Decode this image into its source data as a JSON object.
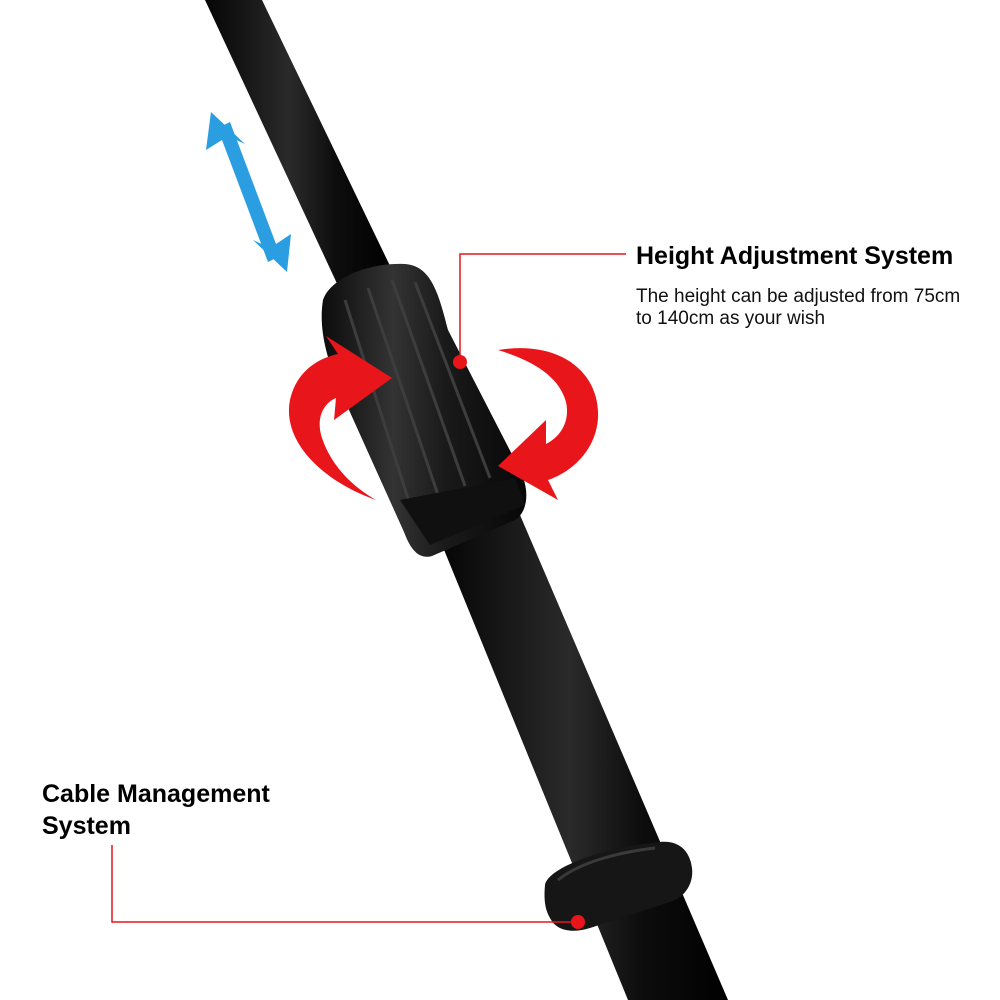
{
  "callouts": {
    "height_adjustment": {
      "title": "Height Adjustment System",
      "description": "The height can be adjusted from 75cm to 140cm as your wish"
    },
    "cable_management": {
      "title": "Cable Management System"
    }
  },
  "colors": {
    "background": "#ffffff",
    "pole": "#141414",
    "knob": "#1c1c1c",
    "rotate_arrow": "#e8151b",
    "slide_arrow": "#2a9ee0",
    "leader_line": "#e8151b",
    "marker_dot": "#e8151b"
  },
  "icons": {
    "slide_arrow": "double-arrow-icon",
    "rotate_left": "curved-arrow-icon",
    "rotate_right": "curved-arrow-icon"
  }
}
